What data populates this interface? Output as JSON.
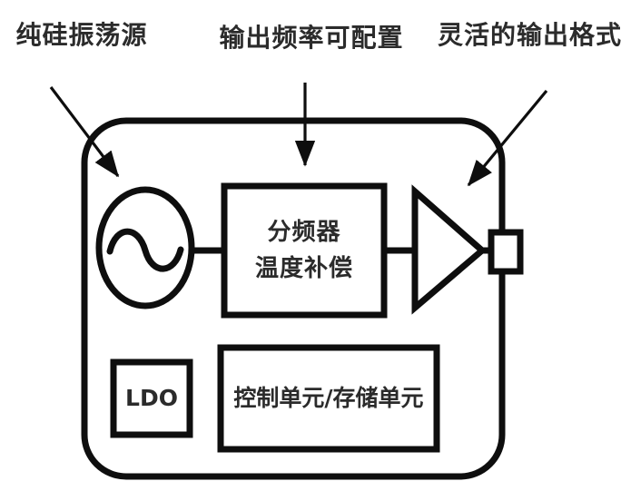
{
  "diagram": {
    "background": "#ffffff",
    "line_color": "#0e0e0e",
    "text_color": "#2b2b2b",
    "callouts": [
      {
        "label": "纯硅振荡源"
      },
      {
        "label": "输出频率可配置"
      },
      {
        "label": "灵活的输出格式"
      }
    ],
    "blocks": {
      "divider": {
        "line1": "分频器",
        "line2": "温度补偿"
      },
      "ldo": {
        "label": "LDO"
      },
      "control": {
        "label": "控制单元/存储单元"
      }
    },
    "icons": {
      "oscillator": "sine-oscillator-icon",
      "buffer": "buffer-triangle-icon",
      "output_pad": "output-pad-icon"
    }
  }
}
